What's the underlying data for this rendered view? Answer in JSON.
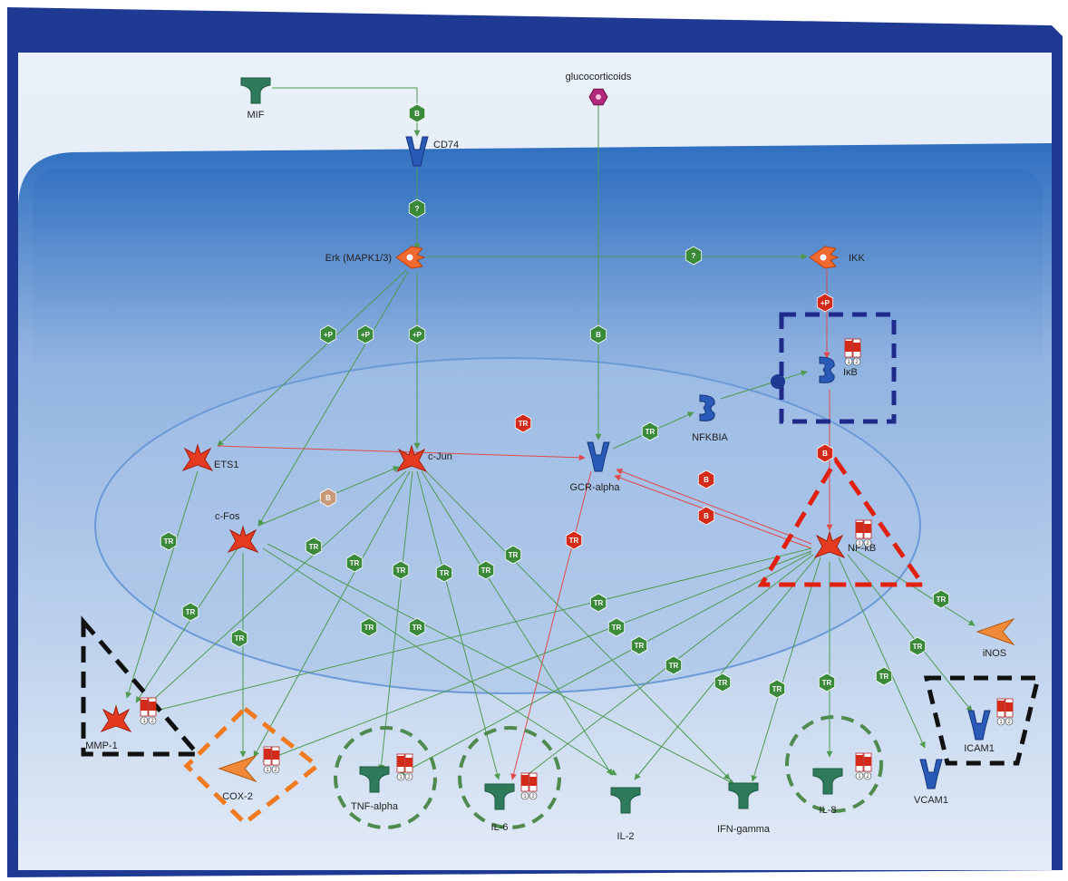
{
  "diagram": {
    "colors": {
      "frame": "#1f3a93",
      "extracellular": "#dde7f3",
      "cytoplasm_top": "#2f6fc0",
      "cytoplasm_bottom": "#dfe8f5",
      "nucleus": "#a8c3e8",
      "green_arrow": "#4f9a4f",
      "red_arrow": "#e04a4a",
      "badge_green": "#3a8a3a",
      "badge_red": "#d42a1a",
      "badge_tan": "#c89a7a",
      "protein_green": "#2e7a5a",
      "receptor_blue": "#2a5ab8",
      "kinase_orange": "#f06a30",
      "tf_red": "#e43a20",
      "enzyme_orange": "#f08a3a",
      "ligand_purple": "#b0287a",
      "box_navy": "#1f2a8a",
      "box_red": "#e02010",
      "box_black": "#111111",
      "box_orange": "#f07a20",
      "circle_green": "#4f8a4f"
    },
    "nodes": {
      "mif": "MIF",
      "glucocorticoids": "glucocorticoids",
      "cd74": "CD74",
      "erk": "Erk (MAPK1/3)",
      "ikk": "IKK",
      "ikb": "IκB",
      "nfkbia": "NFKBIA",
      "ets1": "ETS1",
      "cjun": "c-Jun",
      "cfos": "c-Fos",
      "gcr": "GCR-alpha",
      "nfkb": "NF-κB",
      "inos": "iNOS",
      "mmp1": "MMP-1",
      "cox2": "COX-2",
      "tnf": "TNF-alpha",
      "il6": "IL-6",
      "il2": "IL-2",
      "ifng": "IFN-gamma",
      "il8": "IL-8",
      "vcam1": "VCAM1",
      "icam1": "ICAM1"
    },
    "badges": {
      "binding": "B",
      "unknown": "?",
      "phospho": "+P",
      "transcription": "TR"
    },
    "expression_labels": [
      "1",
      "2"
    ]
  }
}
